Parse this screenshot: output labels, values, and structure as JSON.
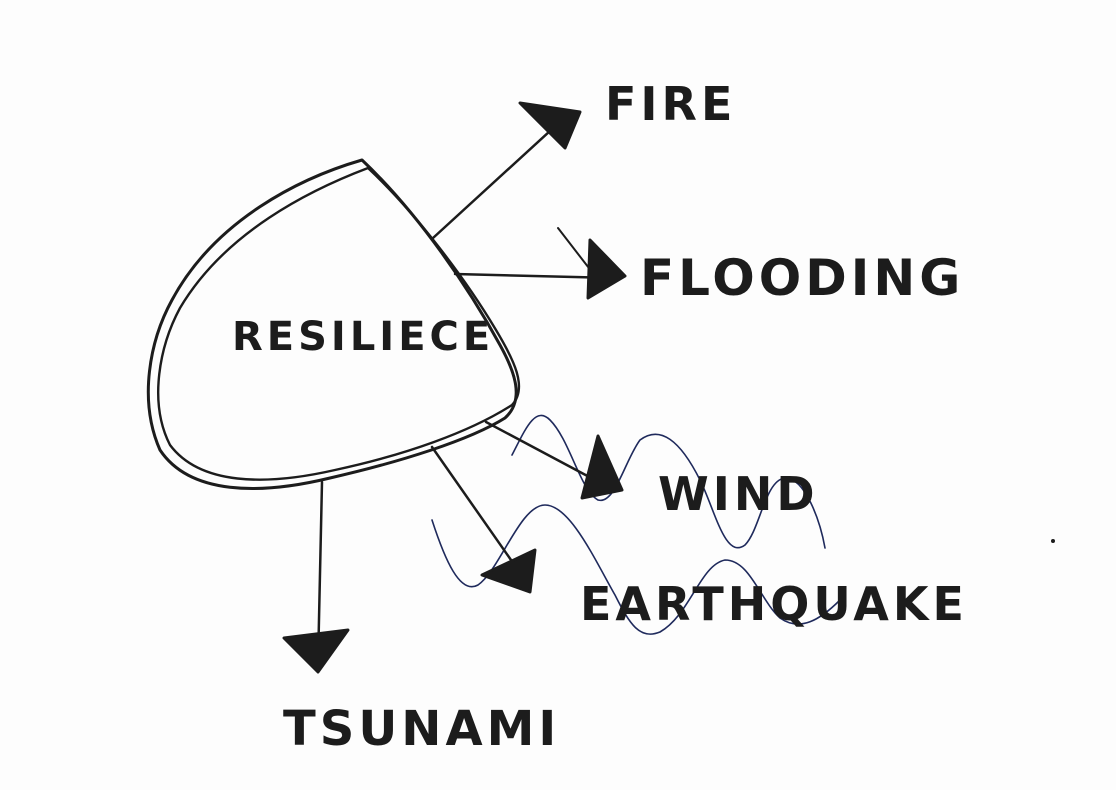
{
  "diagram": {
    "center": {
      "label": "RESILIECE"
    },
    "hazards": [
      {
        "id": "fire",
        "label": "FIRE"
      },
      {
        "id": "flooding",
        "label": "FLOODING"
      },
      {
        "id": "wind",
        "label": "WIND"
      },
      {
        "id": "earthquake",
        "label": "EARTHQUAKE"
      },
      {
        "id": "tsunami",
        "label": "TSUNAMI"
      }
    ]
  },
  "colors": {
    "ink": "#1c1c1c",
    "wave_ink": "#1f2a5c",
    "paper": "#fdfdfd"
  }
}
